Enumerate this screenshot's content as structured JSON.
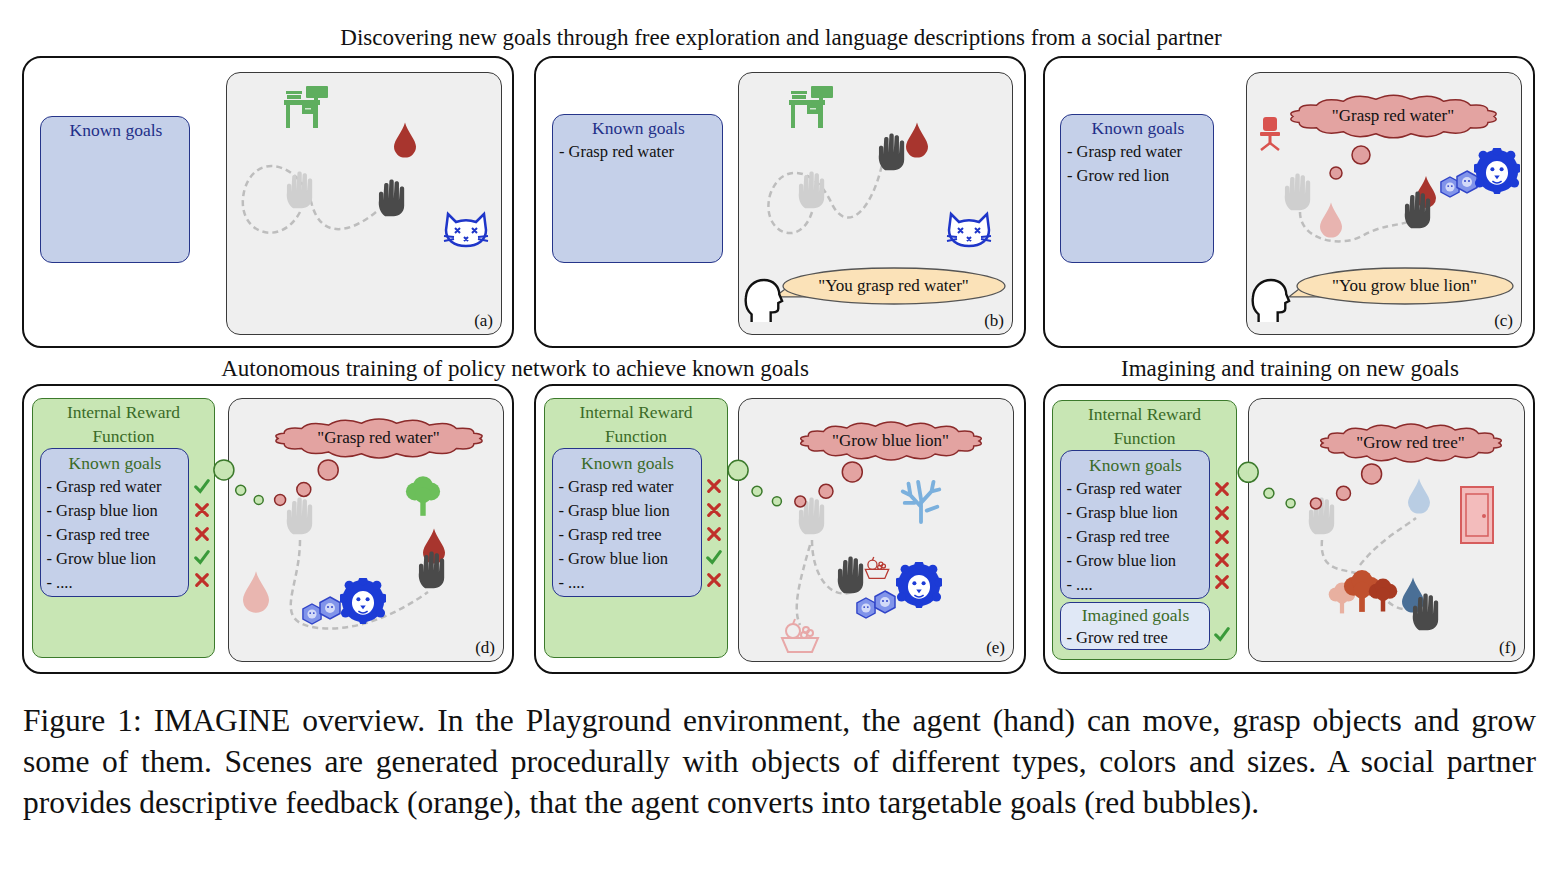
{
  "diagram": {
    "caption": "Figure 1: IMAGINE overview. In the Playground environment, the agent (hand) can move, grasp objects and grow some of them. Scenes are generated procedurally with objects of different types, colors and sizes. A social partner provides descriptive feedback (orange), that the agent converts into targetable goals (red bubbles).",
    "nodes": [
      {
        "text": [
          "Known goals"
        ]
      },
      {
        "text": [
          "(a)"
        ]
      },
      {
        "text": [
          "Known goals",
          "- Grasp red water"
        ]
      },
      {
        "text": [
          "(b)"
        ]
      },
      {
        "text": [
          "\"You grasp red water\""
        ],
        "in": 3
      },
      {
        "text": [
          "Known goals",
          "- Grasp red water",
          "- Grow red lion"
        ]
      },
      {
        "text": [
          "(c)"
        ]
      },
      {
        "text": [
          "\"Grasp red water\""
        ],
        "in": 6
      },
      {
        "text": [
          "\"You grow blue lion\""
        ],
        "in": 6
      },
      {
        "text": [
          "Internal Reward Function"
        ]
      },
      {
        "text": [
          "Known goals",
          "- Grasp red water",
          "- Grasp blue lion",
          "- Grasp red tree",
          "- Grow blue lion",
          "- ...."
        ],
        "in": 9
      },
      {
        "text": [
          "(d)"
        ]
      },
      {
        "text": [
          "\"Grasp red water\""
        ],
        "in": 11
      },
      {
        "text": [
          "Internal Reward Function"
        ]
      },
      {
        "text": [
          "Known goals",
          "- Grasp red water",
          "- Grasp blue lion",
          "- Grasp red tree",
          "- Grow blue lion",
          "- ...."
        ],
        "in": 13
      },
      {
        "text": [
          "(e)"
        ]
      },
      {
        "text": [
          "\"Grow blue lion\""
        ],
        "in": 15
      },
      {
        "text": [
          "Internal Reward Function"
        ]
      },
      {
        "text": [
          "Known goals",
          "- Grasp red water",
          "- Grasp blue lion",
          "- Grasp red tree",
          "- Grow blue lion",
          "- ...."
        ],
        "in": 17
      },
      {
        "text": [
          "Imagined goals",
          "- Grow red tree"
        ],
        "in": 17
      },
      {
        "text": [
          "(f)"
        ]
      },
      {
        "text": [
          "\"Grow red tree\""
        ],
        "in": 20
      }
    ],
    "edges": [
      {
        "from": 9,
        "to": 12,
        "arrow": "none"
      },
      {
        "from": 13,
        "to": 16,
        "arrow": "none"
      },
      {
        "from": 17,
        "to": 21,
        "arrow": "none"
      }
    ],
    "labels": [
      "Discovering new goals through free exploration and language descriptions from a social partner",
      "Autonomous training of policy network to achieve known goals",
      "Imagining and training on new goals"
    ]
  }
}
